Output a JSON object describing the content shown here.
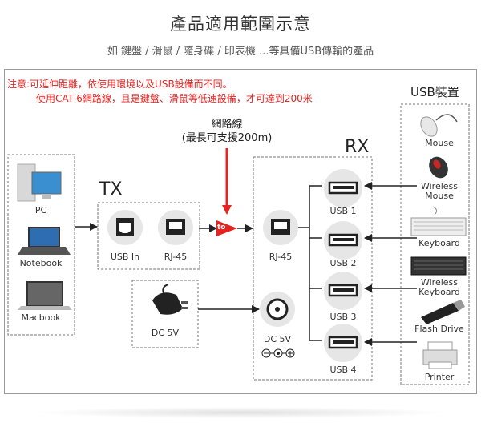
{
  "header": {
    "title": "產品適用範圍示意",
    "subtitle": "如 鍵盤 / 滑鼠 / 隨身碟  / 印表機 ...等具備USB傳輸的產品"
  },
  "note": {
    "line1": "注意:可延伸距離，依使用環境以及USB設備而不同。",
    "line2": "使用CAT-6網路線，且是鍵盤、滑鼠等低速設備，才可達到200米"
  },
  "cable": {
    "line1": "網路線",
    "line2": "(最長可支援200m)"
  },
  "tx": {
    "label": "TX",
    "ports": [
      {
        "label": "USB In"
      },
      {
        "label": "RJ-45"
      }
    ]
  },
  "rx": {
    "label": "RX",
    "rj45_label": "RJ-45",
    "dc_label": "DC 5V",
    "usb_ports": [
      {
        "label": "USB 1"
      },
      {
        "label": "USB 2"
      },
      {
        "label": "USB 3"
      },
      {
        "label": "USB 4"
      }
    ]
  },
  "to_badge": "to",
  "power": {
    "label": "DC 5V"
  },
  "computers": [
    {
      "label": "PC"
    },
    {
      "label": "Notebook"
    },
    {
      "label": "Macbook"
    }
  ],
  "usb_devices": {
    "heading": "USB裝置",
    "items": [
      {
        "label1": "Mouse",
        "label2": ""
      },
      {
        "label1": "Wireless",
        "label2": "Mouse"
      },
      {
        "label1": "Keyboard",
        "label2": ""
      },
      {
        "label1": "Wireless",
        "label2": "Keyboard"
      },
      {
        "label1": "Flash Drive",
        "label2": ""
      },
      {
        "label1": "Printer",
        "label2": ""
      }
    ]
  },
  "colors": {
    "accent_red": "#e52421",
    "line": "#222222",
    "port_bg": "#e6e6e6",
    "border": "#9a9a9a"
  }
}
